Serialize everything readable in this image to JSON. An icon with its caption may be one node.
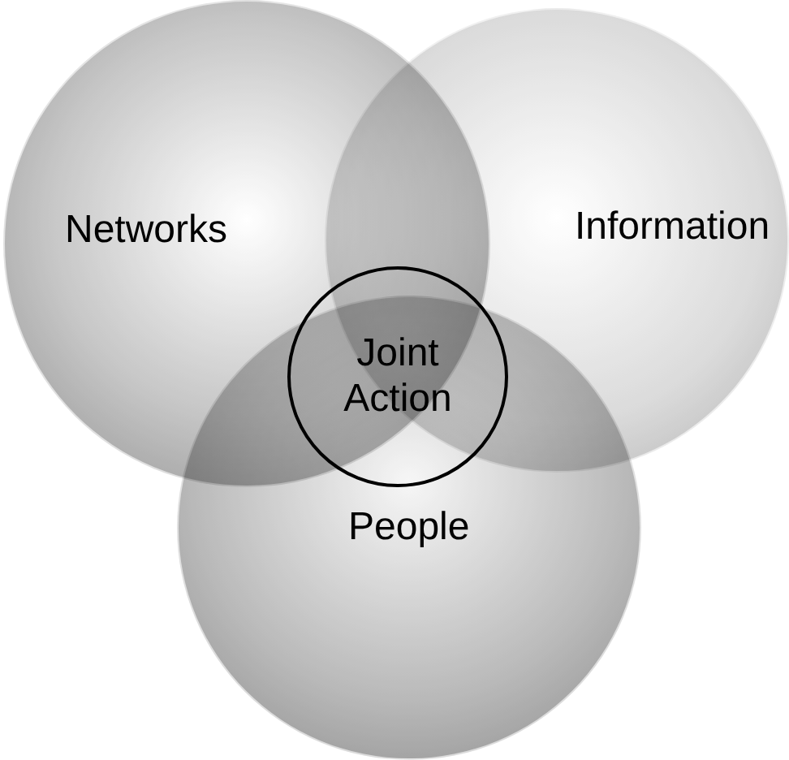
{
  "diagram": {
    "nodes": [
      {
        "text": [
          "Networks"
        ]
      },
      {
        "text": [
          "Information"
        ]
      },
      {
        "text": [
          "People"
        ]
      },
      {
        "text": [
          "Joint Action"
        ]
      }
    ]
  }
}
